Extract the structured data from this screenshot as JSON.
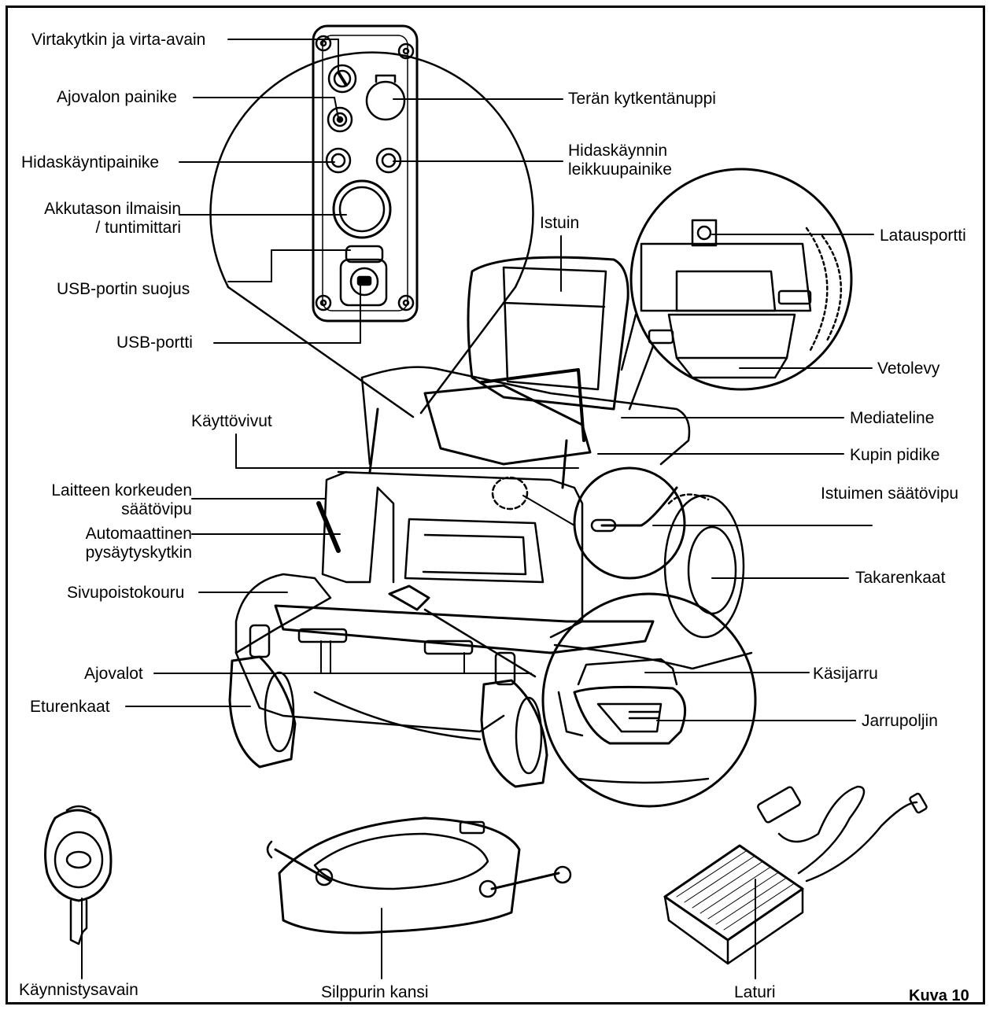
{
  "figure_label": "Kuva  10",
  "labels": {
    "virtakytkin": "Virtakytkin ja virta-avain",
    "ajovalon_painike": "Ajovalon painike",
    "hidaskayntipainike": "Hidaskäyntipainike",
    "akkutaso_1": "Akkutason ilmaisin",
    "akkutaso_2": "/ tuntimittari",
    "usb_suojus": "USB-portin suojus",
    "usb_portti": "USB-portti",
    "teran_kytkentanuppi": "Terän kytkentänuppi",
    "hidaskaynnin_1": "Hidaskäynnin",
    "hidaskaynnin_2": "leikkuupainike",
    "istuin": "Istuin",
    "latausportti": "Latausportti",
    "vetolevy": "Vetolevy",
    "mediateline": "Mediateline",
    "kupin_pidike": "Kupin pidike",
    "istuimen_saatovipu": "Istuimen säätövipu",
    "kayttovivut": "Käyttövivut",
    "korkeus_1": "Laitteen korkeuden",
    "korkeus_2": "säätövipu",
    "automaattinen_1": "Automaattinen",
    "automaattinen_2": "pysäytyskytkin",
    "sivupoistokouru": "Sivupoistokouru",
    "takarenkaat": "Takarenkaat",
    "ajovalot": "Ajovalot",
    "kasijarru": "Käsijarru",
    "eturenkaat": "Eturenkaat",
    "jarrupoljin": "Jarrupoljin",
    "kaynnistysavain": "Käynnistysavain",
    "silppurin_kansi": "Silppurin kansi",
    "laturi": "Laturi"
  }
}
